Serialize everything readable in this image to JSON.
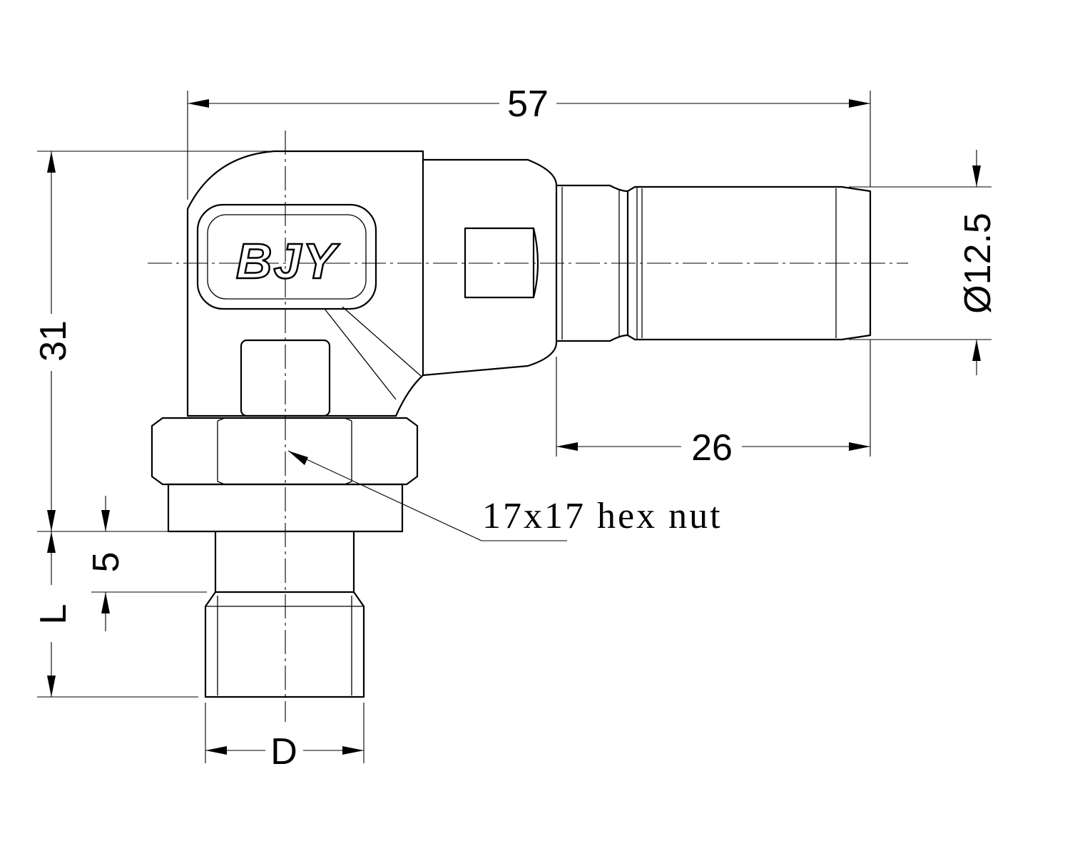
{
  "logo": {
    "text": "BJY"
  },
  "dimensions": {
    "overall_length": "57",
    "overall_height": "31",
    "plug_diameter": "Ø12.5",
    "plug_length": "26",
    "thread_relief": "5",
    "thread_length": "L",
    "thread_diameter": "D"
  },
  "callout": {
    "hex_nut": "17x17 hex nut"
  }
}
